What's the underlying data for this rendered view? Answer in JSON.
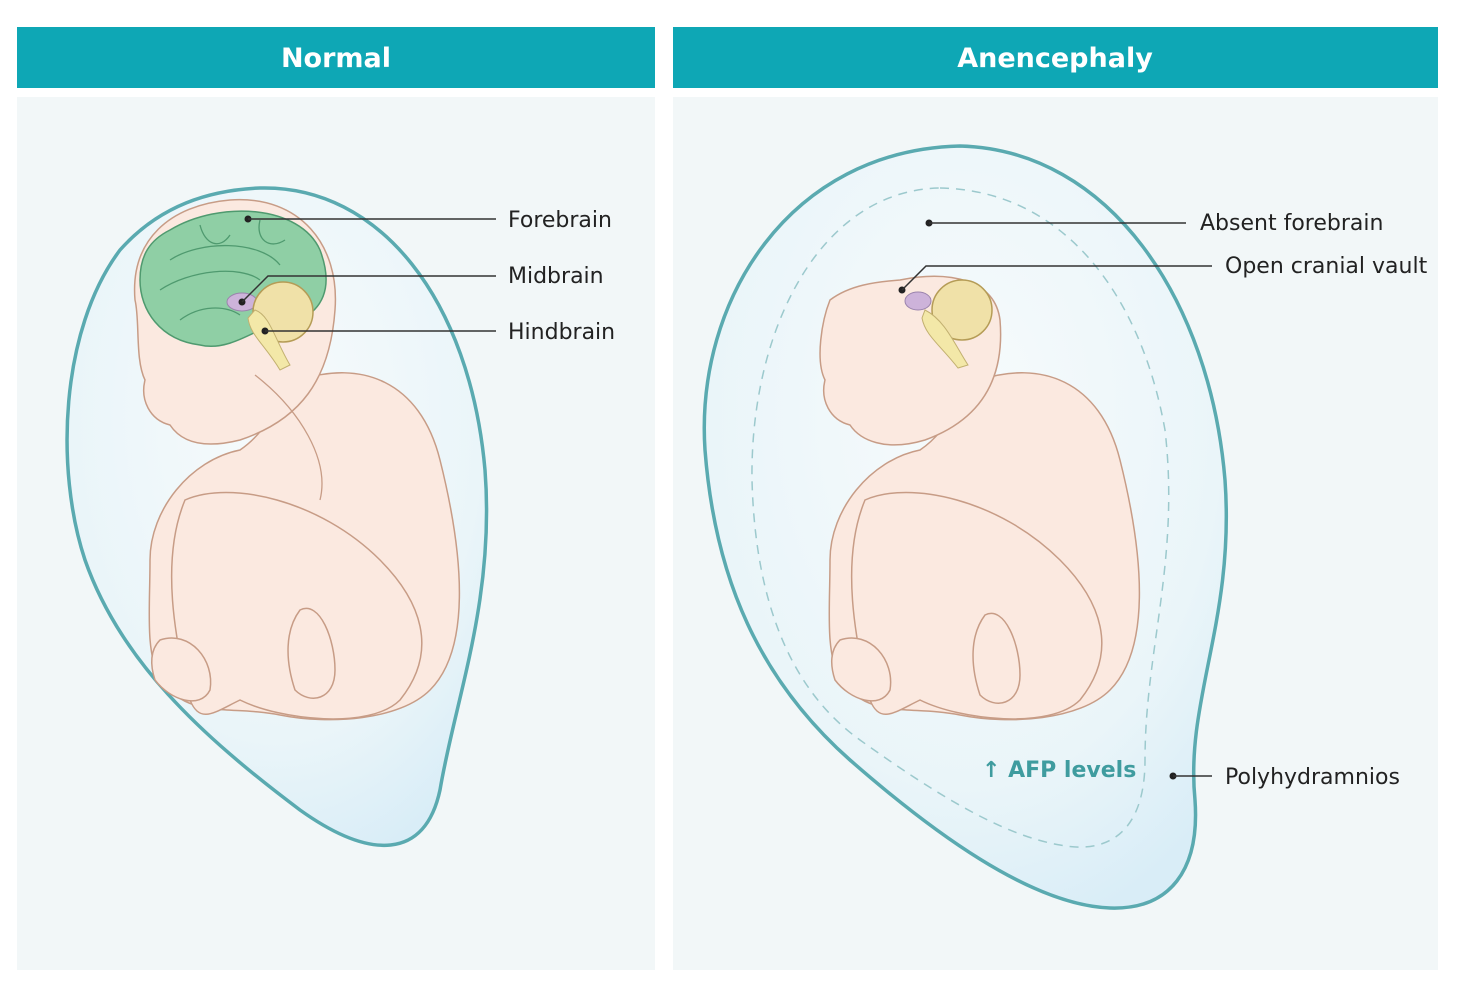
{
  "panels": [
    {
      "title": "Normal",
      "labels": [
        "Forebrain",
        "Midbrain",
        "Hindbrain"
      ]
    },
    {
      "title": "Anencephaly",
      "labels": [
        "Absent forebrain",
        "Open cranial vault",
        "Polyhydramnios"
      ],
      "annotation": "↑ AFP levels"
    }
  ],
  "colors": {
    "header": "#0ea7b5",
    "panel_bg": "#f2f7f8",
    "sac_line": "#5aaab0",
    "forebrain": "#8fcfa5",
    "midbrain": "#cdb3da",
    "hindbrain": "#f3e8a8",
    "afp_text": "#3f9c9f"
  }
}
